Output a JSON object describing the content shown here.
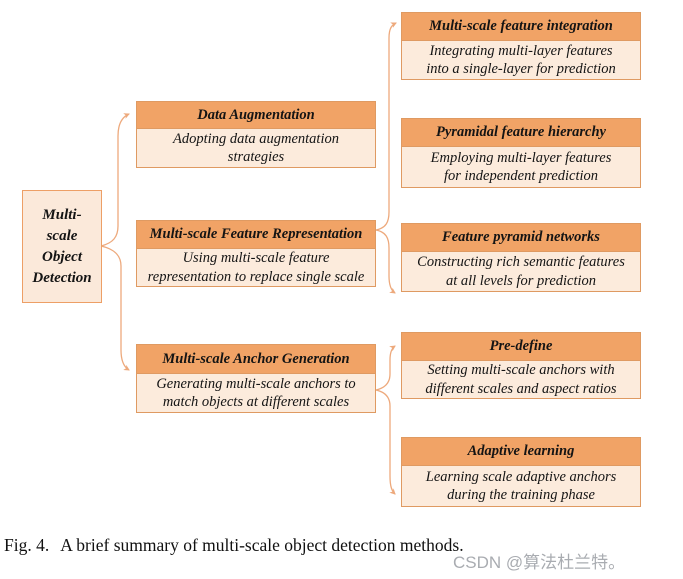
{
  "nodes": {
    "root": {
      "label": "Multi-\nscale\nObject\nDetection"
    },
    "middle": [
      {
        "title": "Data Augmentation",
        "desc": "Adopting data augmentation\nstrategies"
      },
      {
        "title": "Multi-scale Feature Representation",
        "desc": "Using multi-scale feature\nrepresentation to replace single scale"
      },
      {
        "title": "Multi-scale Anchor Generation",
        "desc": "Generating multi-scale anchors to\nmatch objects at different scales"
      }
    ],
    "leaf": [
      {
        "title": "Multi-scale feature integration",
        "desc": "Integrating multi-layer features\ninto a single-layer for prediction"
      },
      {
        "title": "Pyramidal feature hierarchy",
        "desc": "Employing multi-layer features\nfor independent prediction"
      },
      {
        "title": "Feature pyramid networks",
        "desc": "Constructing rich semantic features\nat all levels for prediction"
      },
      {
        "title": "Pre-define",
        "desc": "Setting multi-scale anchors with\ndifferent scales and aspect ratios"
      },
      {
        "title": "Adaptive learning",
        "desc": "Learning scale adaptive anchors\nduring the training phase"
      }
    ]
  },
  "caption": {
    "label": "Fig. 4.",
    "text": "A brief summary of multi-scale object detection methods."
  },
  "watermark": "CSDN @算法杜兰特。",
  "colors": {
    "header_bg": "#F1A366",
    "body_bg": "#FCEBDC",
    "border": "#DF9A62",
    "root_bg": "#FBE9DA",
    "line": "#EDA97C",
    "watermark": "#A9ACB1"
  }
}
